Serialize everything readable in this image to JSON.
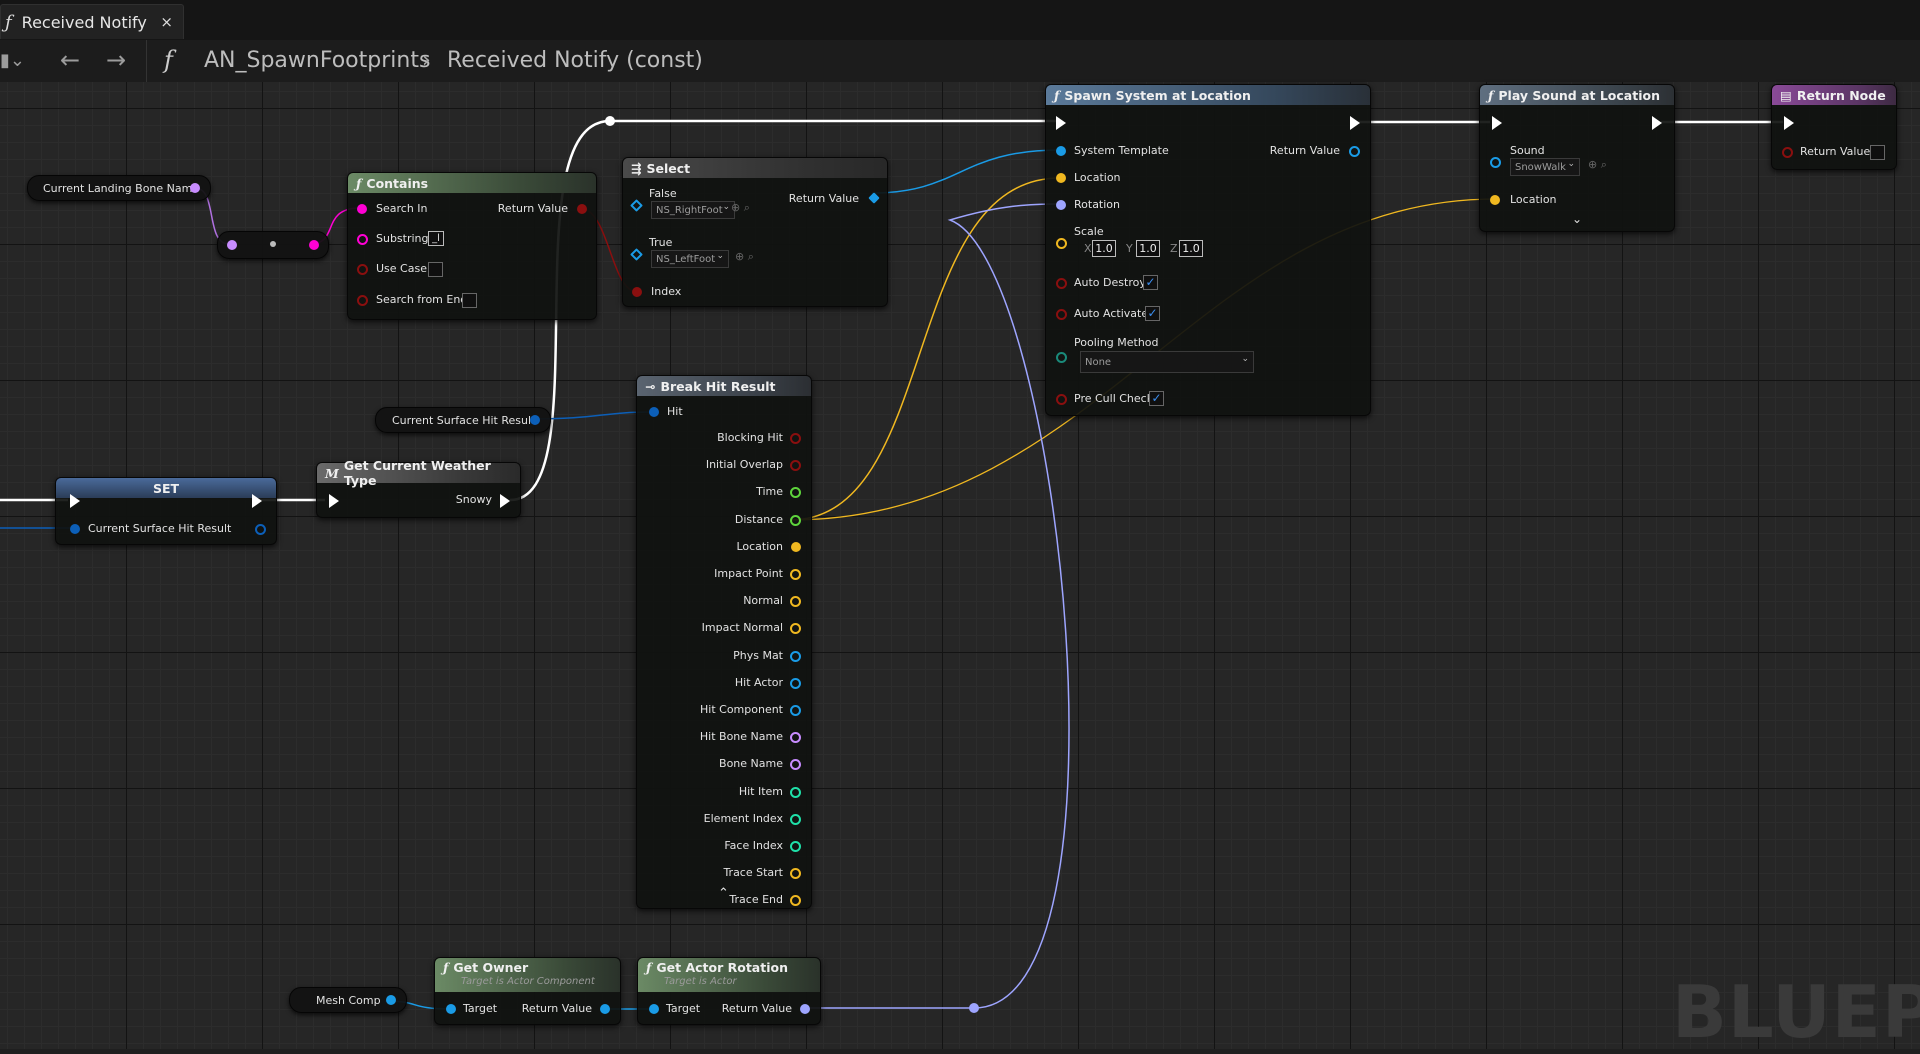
{
  "tab": {
    "icon": "function-icon",
    "label": "Received Notify",
    "close": "×"
  },
  "breadcrumb": {
    "function_glyph": "f",
    "blueprint": "AN_SpawnFootprints",
    "separator": "›",
    "graph": "Received Notify (const)"
  },
  "watermark": "BLUEPR",
  "nodes": {
    "bone_var": {
      "label": "Current Landing Bone Name"
    },
    "contains": {
      "title": "Contains",
      "pins": {
        "search_in": "Search In",
        "substring": "Substring",
        "substring_value": "_l",
        "use_case": "Use Case",
        "search_from_end": "Search from End",
        "return": "Return Value"
      }
    },
    "select": {
      "title": "Select",
      "pins": {
        "false": "False",
        "false_value": "NS_RightFoot",
        "true": "True",
        "true_value": "NS_LeftFoot",
        "index": "Index",
        "return": "Return Value"
      }
    },
    "spawn": {
      "title": "Spawn System at Location",
      "pins": {
        "system_template": "System Template",
        "location": "Location",
        "rotation": "Rotation",
        "scale": "Scale",
        "scale_x": "1.0",
        "scale_y": "1.0",
        "scale_z": "1.0",
        "auto_destroy": "Auto Destroy",
        "auto_activate": "Auto Activate",
        "pooling": "Pooling Method",
        "pooling_value": "None",
        "pre_cull": "Pre Cull Check",
        "return": "Return Value",
        "x": "X",
        "y": "Y",
        "z": "Z"
      }
    },
    "play_sound": {
      "title": "Play Sound at Location",
      "pins": {
        "sound": "Sound",
        "sound_value": "SnowWalk",
        "location": "Location"
      }
    },
    "return_node": {
      "title": "Return Node",
      "pins": {
        "return": "Return Value"
      }
    },
    "hit_var": {
      "label": "Current Surface Hit Result"
    },
    "set": {
      "title": "SET",
      "pins": {
        "var": "Current Surface Hit Result"
      }
    },
    "weather": {
      "title": "Get Current Weather Type",
      "macro_glyph": "M",
      "pins": {
        "snowy": "Snowy"
      }
    },
    "break_hit": {
      "title": "Break Hit Result",
      "input": "Hit",
      "outputs": [
        "Blocking Hit",
        "Initial Overlap",
        "Time",
        "Distance",
        "Location",
        "Impact Point",
        "Normal",
        "Impact Normal",
        "Phys Mat",
        "Hit Actor",
        "Hit Component",
        "Hit Bone Name",
        "Bone Name",
        "Hit Item",
        "Element Index",
        "Face Index",
        "Trace Start",
        "Trace End"
      ]
    },
    "mesh_var": {
      "label": "Mesh Comp"
    },
    "get_owner": {
      "title": "Get Owner",
      "subtitle": "Target is Actor Component",
      "pins": {
        "target": "Target",
        "return": "Return Value"
      }
    },
    "get_rot": {
      "title": "Get Actor Rotation",
      "subtitle": "Target is Actor",
      "pins": {
        "target": "Target",
        "return": "Return Value"
      }
    }
  },
  "colors": {
    "exec": "#ffffff",
    "string": "#ff00d4",
    "name": "#c88cff",
    "bool": "#8a0f0f",
    "object": "#1a9be6",
    "struct": "#0c5fb8",
    "vector": "#f0b820",
    "rotator": "#9ea5ff",
    "float": "#5ed43c",
    "int": "#1fe0a8"
  }
}
